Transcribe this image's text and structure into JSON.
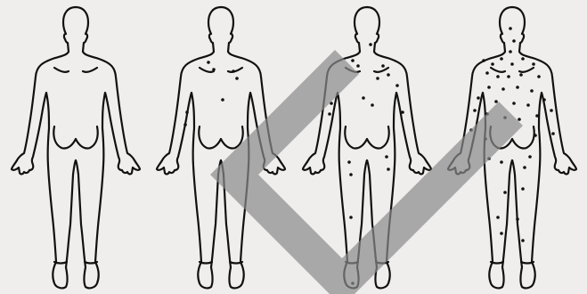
{
  "figure": {
    "background": "#efeeed",
    "outline_color": "#111111",
    "spot_color": "#111111",
    "watermark": {
      "shape": "check-mark",
      "color": "#8a8a8a"
    }
  },
  "figures": [
    {
      "view": "back",
      "stage": 0,
      "spots": "none"
    },
    {
      "view": "back",
      "stage": 1,
      "spots": "few"
    },
    {
      "view": "back",
      "stage": 2,
      "spots": "moderate"
    },
    {
      "view": "back",
      "stage": 3,
      "spots": "many"
    }
  ]
}
